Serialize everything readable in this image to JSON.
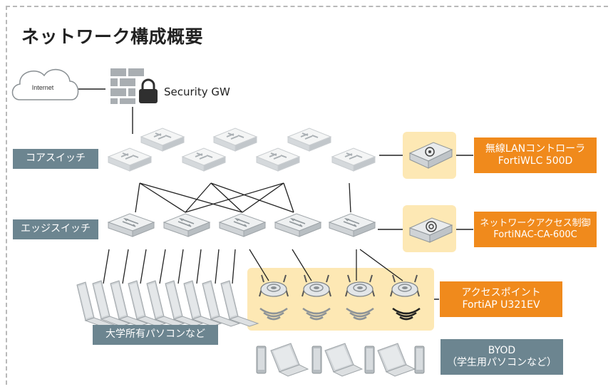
{
  "title": "ネットワーク構成概要",
  "internet_label": "Internet",
  "security_gw_label": "Security GW",
  "core_switch_label": "コアスイッチ",
  "edge_switch_label": "エッジスイッチ",
  "university_pc_label": "大学所有パソコンなど",
  "wlc": {
    "line1": "無線LANコントローラ",
    "line2": "FortiWLC 500D"
  },
  "nac": {
    "line1": "ネットワークアクセス制御",
    "line2": "FortiNAC-CA-600C"
  },
  "ap": {
    "line1": "アクセスポイント",
    "line2": "FortiAP U321EV"
  },
  "byod": {
    "line1": "BYOD",
    "line2": "（学生用パソコンなど）"
  },
  "colors": {
    "orange": "#f08a1c",
    "gray_label": "#6c8590",
    "panel": "#fde8b4",
    "frame": "#b9b9b9"
  }
}
